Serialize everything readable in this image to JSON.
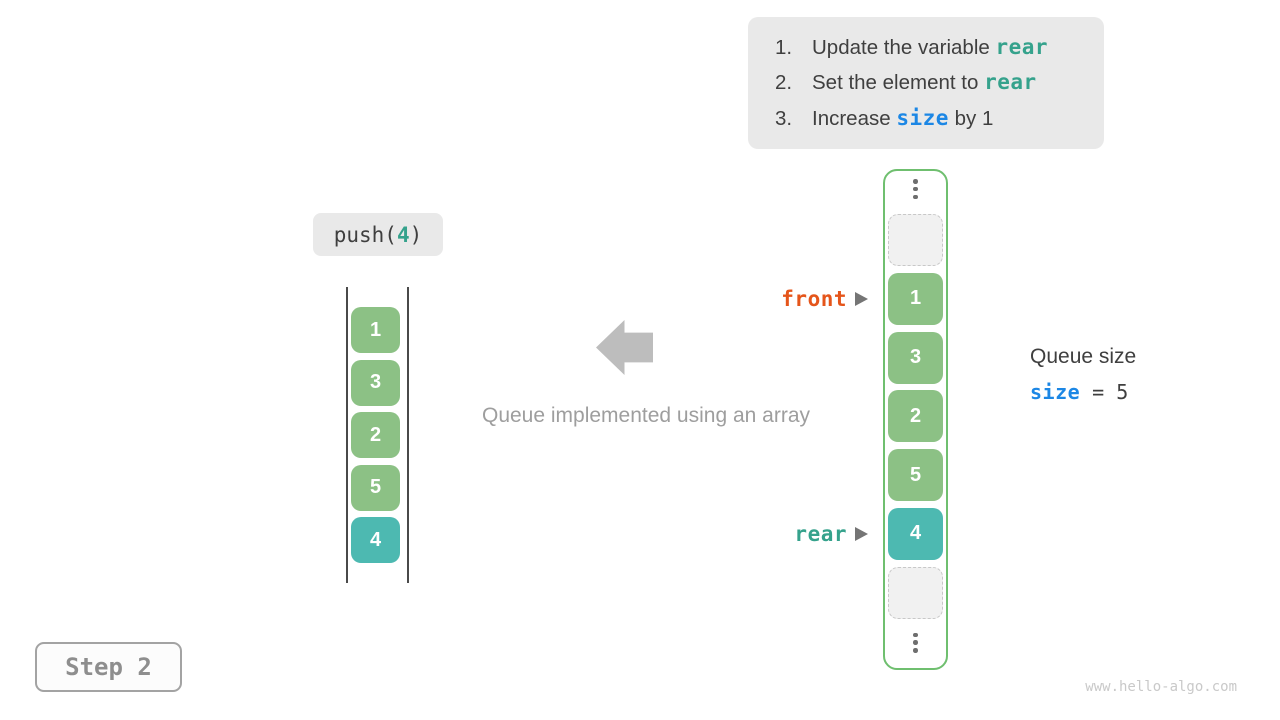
{
  "colors": {
    "code_teal": "#35A28C",
    "code_blue": "#1C87E5",
    "front_orange": "#E5551A",
    "green_cell": "#8CC185",
    "teal_cell": "#4DB9B1",
    "array_border": "#6FBF6F",
    "dark_text": "#3F3F3F",
    "muted_gray": "#9E9E9E"
  },
  "info_box": {
    "items": [
      {
        "num": "1.",
        "pre": "Update the variable ",
        "code": "rear",
        "code_color": "teal",
        "post": ""
      },
      {
        "num": "2.",
        "pre": "Set the element to ",
        "code": "rear",
        "code_color": "teal",
        "post": ""
      },
      {
        "num": "3.",
        "pre": "Increase ",
        "code": "size",
        "code_color": "blue",
        "post": " by 1"
      }
    ]
  },
  "push_label": {
    "prefix": "push(",
    "arg": "4",
    "suffix": ")"
  },
  "stack": {
    "cells": [
      {
        "value": "1",
        "highlight": false
      },
      {
        "value": "3",
        "highlight": false
      },
      {
        "value": "2",
        "highlight": false
      },
      {
        "value": "5",
        "highlight": false
      },
      {
        "value": "4",
        "highlight": true
      }
    ]
  },
  "array": {
    "front_label": "front",
    "rear_label": "rear",
    "cells": [
      {
        "kind": "empty",
        "value": ""
      },
      {
        "kind": "value",
        "value": "1",
        "highlight": false
      },
      {
        "kind": "value",
        "value": "3",
        "highlight": false
      },
      {
        "kind": "value",
        "value": "2",
        "highlight": false
      },
      {
        "kind": "value",
        "value": "5",
        "highlight": false
      },
      {
        "kind": "value",
        "value": "4",
        "highlight": true
      },
      {
        "kind": "empty",
        "value": ""
      }
    ]
  },
  "caption": "Queue implemented using an array",
  "queue_size": {
    "title": "Queue size",
    "var_name": "size",
    "equals": "=",
    "value": "5"
  },
  "step_box": {
    "label": "Step 2"
  },
  "watermark": "www.hello-algo.com"
}
